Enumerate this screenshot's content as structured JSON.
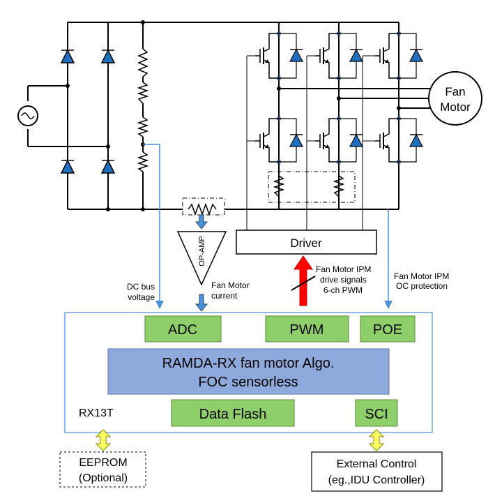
{
  "colors": {
    "wire": "#000000",
    "diode": "#1f6fc0",
    "signal": "#4a90d9",
    "block_green": "#8fcf6a",
    "block_blue": "#8ea9db",
    "arrow_yellow": "#ffff66",
    "arrow_red": "#ff0000",
    "mcu_border": "#4a90d9"
  },
  "motor": {
    "line1": "Fan",
    "line2": "Motor"
  },
  "driver_label": "Driver",
  "opamp_label": "OP-AMP",
  "annotations": {
    "dc_bus": [
      "DC bus",
      "voltage"
    ],
    "fan_current": [
      "Fan Motor",
      "current"
    ],
    "ipm_drive": [
      "Fan Motor IPM",
      "drive signals",
      "6-ch PWM"
    ],
    "ipm_oc": [
      "Fan Motor IPM",
      "OC protection"
    ]
  },
  "mcu": {
    "name": "RX13T",
    "adc": "ADC",
    "pwm": "PWM",
    "poe": "POE",
    "algo_line1": "RAMDA-RX fan motor Algo.",
    "algo_line2": "FOC sensorless",
    "data_flash": "Data Flash",
    "sci": "SCI"
  },
  "eeprom": {
    "line1": "EEPROM",
    "line2": "(Optional)"
  },
  "external": {
    "line1": "External Control",
    "line2": "(eg.,IDU Controller)"
  }
}
